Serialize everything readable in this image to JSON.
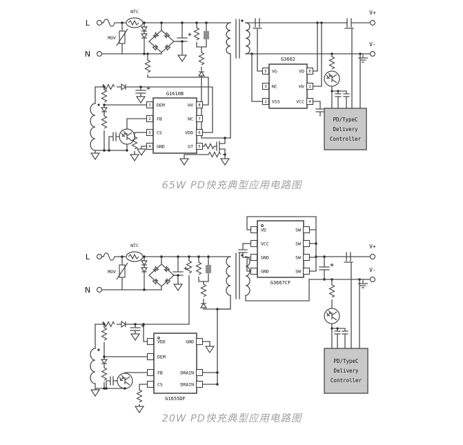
{
  "colors": {
    "background": "#ffffff",
    "wire": "#4a4a4a",
    "ic_fill": "#ffffff",
    "pd_box_fill": "#c9c9c9",
    "caption_text": "#a2a2a2"
  },
  "top_circuit": {
    "caption": "65W PD快充典型应用电路图",
    "terminals": {
      "line": "L",
      "neutral": "N",
      "v_plus": "V+",
      "v_minus": "V-"
    },
    "components": {
      "ntc": "NTC",
      "mov": "MOV"
    },
    "controller_ic": {
      "name": "G1610B",
      "left_pins": [
        {
          "num": "1",
          "label": "DEM"
        },
        {
          "num": "2",
          "label": "FB"
        },
        {
          "num": "3",
          "label": "CS"
        },
        {
          "num": "4",
          "label": "GND"
        }
      ],
      "right_pins": [
        {
          "num": "8",
          "label": "HV"
        },
        {
          "num": "7",
          "label": "NC"
        },
        {
          "num": "6",
          "label": "VDD"
        },
        {
          "num": "5",
          "label": "GT"
        }
      ]
    },
    "sync_rect_ic": {
      "name": "G3602",
      "left_pins": [
        {
          "num": "5",
          "label": "VG"
        },
        {
          "num": "3",
          "label": "NC"
        },
        {
          "num": "2",
          "label": "VSS"
        }
      ],
      "right_pins": [
        {
          "num": "6",
          "label": "VD"
        },
        {
          "num": "1",
          "label": "HV"
        },
        {
          "num": "4",
          "label": "VCC"
        }
      ]
    },
    "pd_controller": {
      "line1": "PD/TypeC",
      "line2": "Delivery",
      "line3": "Controller"
    }
  },
  "bottom_circuit": {
    "caption": "20W PD快充典型应用电路图",
    "terminals": {
      "line": "L",
      "neutral": "N",
      "v_plus": "V+",
      "v_minus": "V-"
    },
    "components": {
      "ntc": "NTC",
      "mov": "MOV"
    },
    "controller_ic": {
      "name": "G1655DF",
      "left_pins": [
        {
          "label": "VDD"
        },
        {
          "label": "DEM"
        },
        {
          "label": "FB"
        },
        {
          "label": "CS"
        }
      ],
      "right_pins": [
        {
          "label": "GND"
        },
        {
          "label": "DRAIN"
        },
        {
          "label": "DRAIN"
        }
      ]
    },
    "sr_switch_ic": {
      "name": "G3667CF",
      "left_pins": [
        {
          "label": "VD"
        },
        {
          "label": "VCC"
        },
        {
          "label": "GND"
        },
        {
          "label": "GND"
        }
      ],
      "right_pins": [
        {
          "label": "SW"
        },
        {
          "label": "SW"
        },
        {
          "label": "SW"
        },
        {
          "label": "SW"
        }
      ]
    },
    "pd_controller": {
      "line1": "PD/TypeC",
      "line2": "Delivery",
      "line3": "Controller"
    }
  }
}
